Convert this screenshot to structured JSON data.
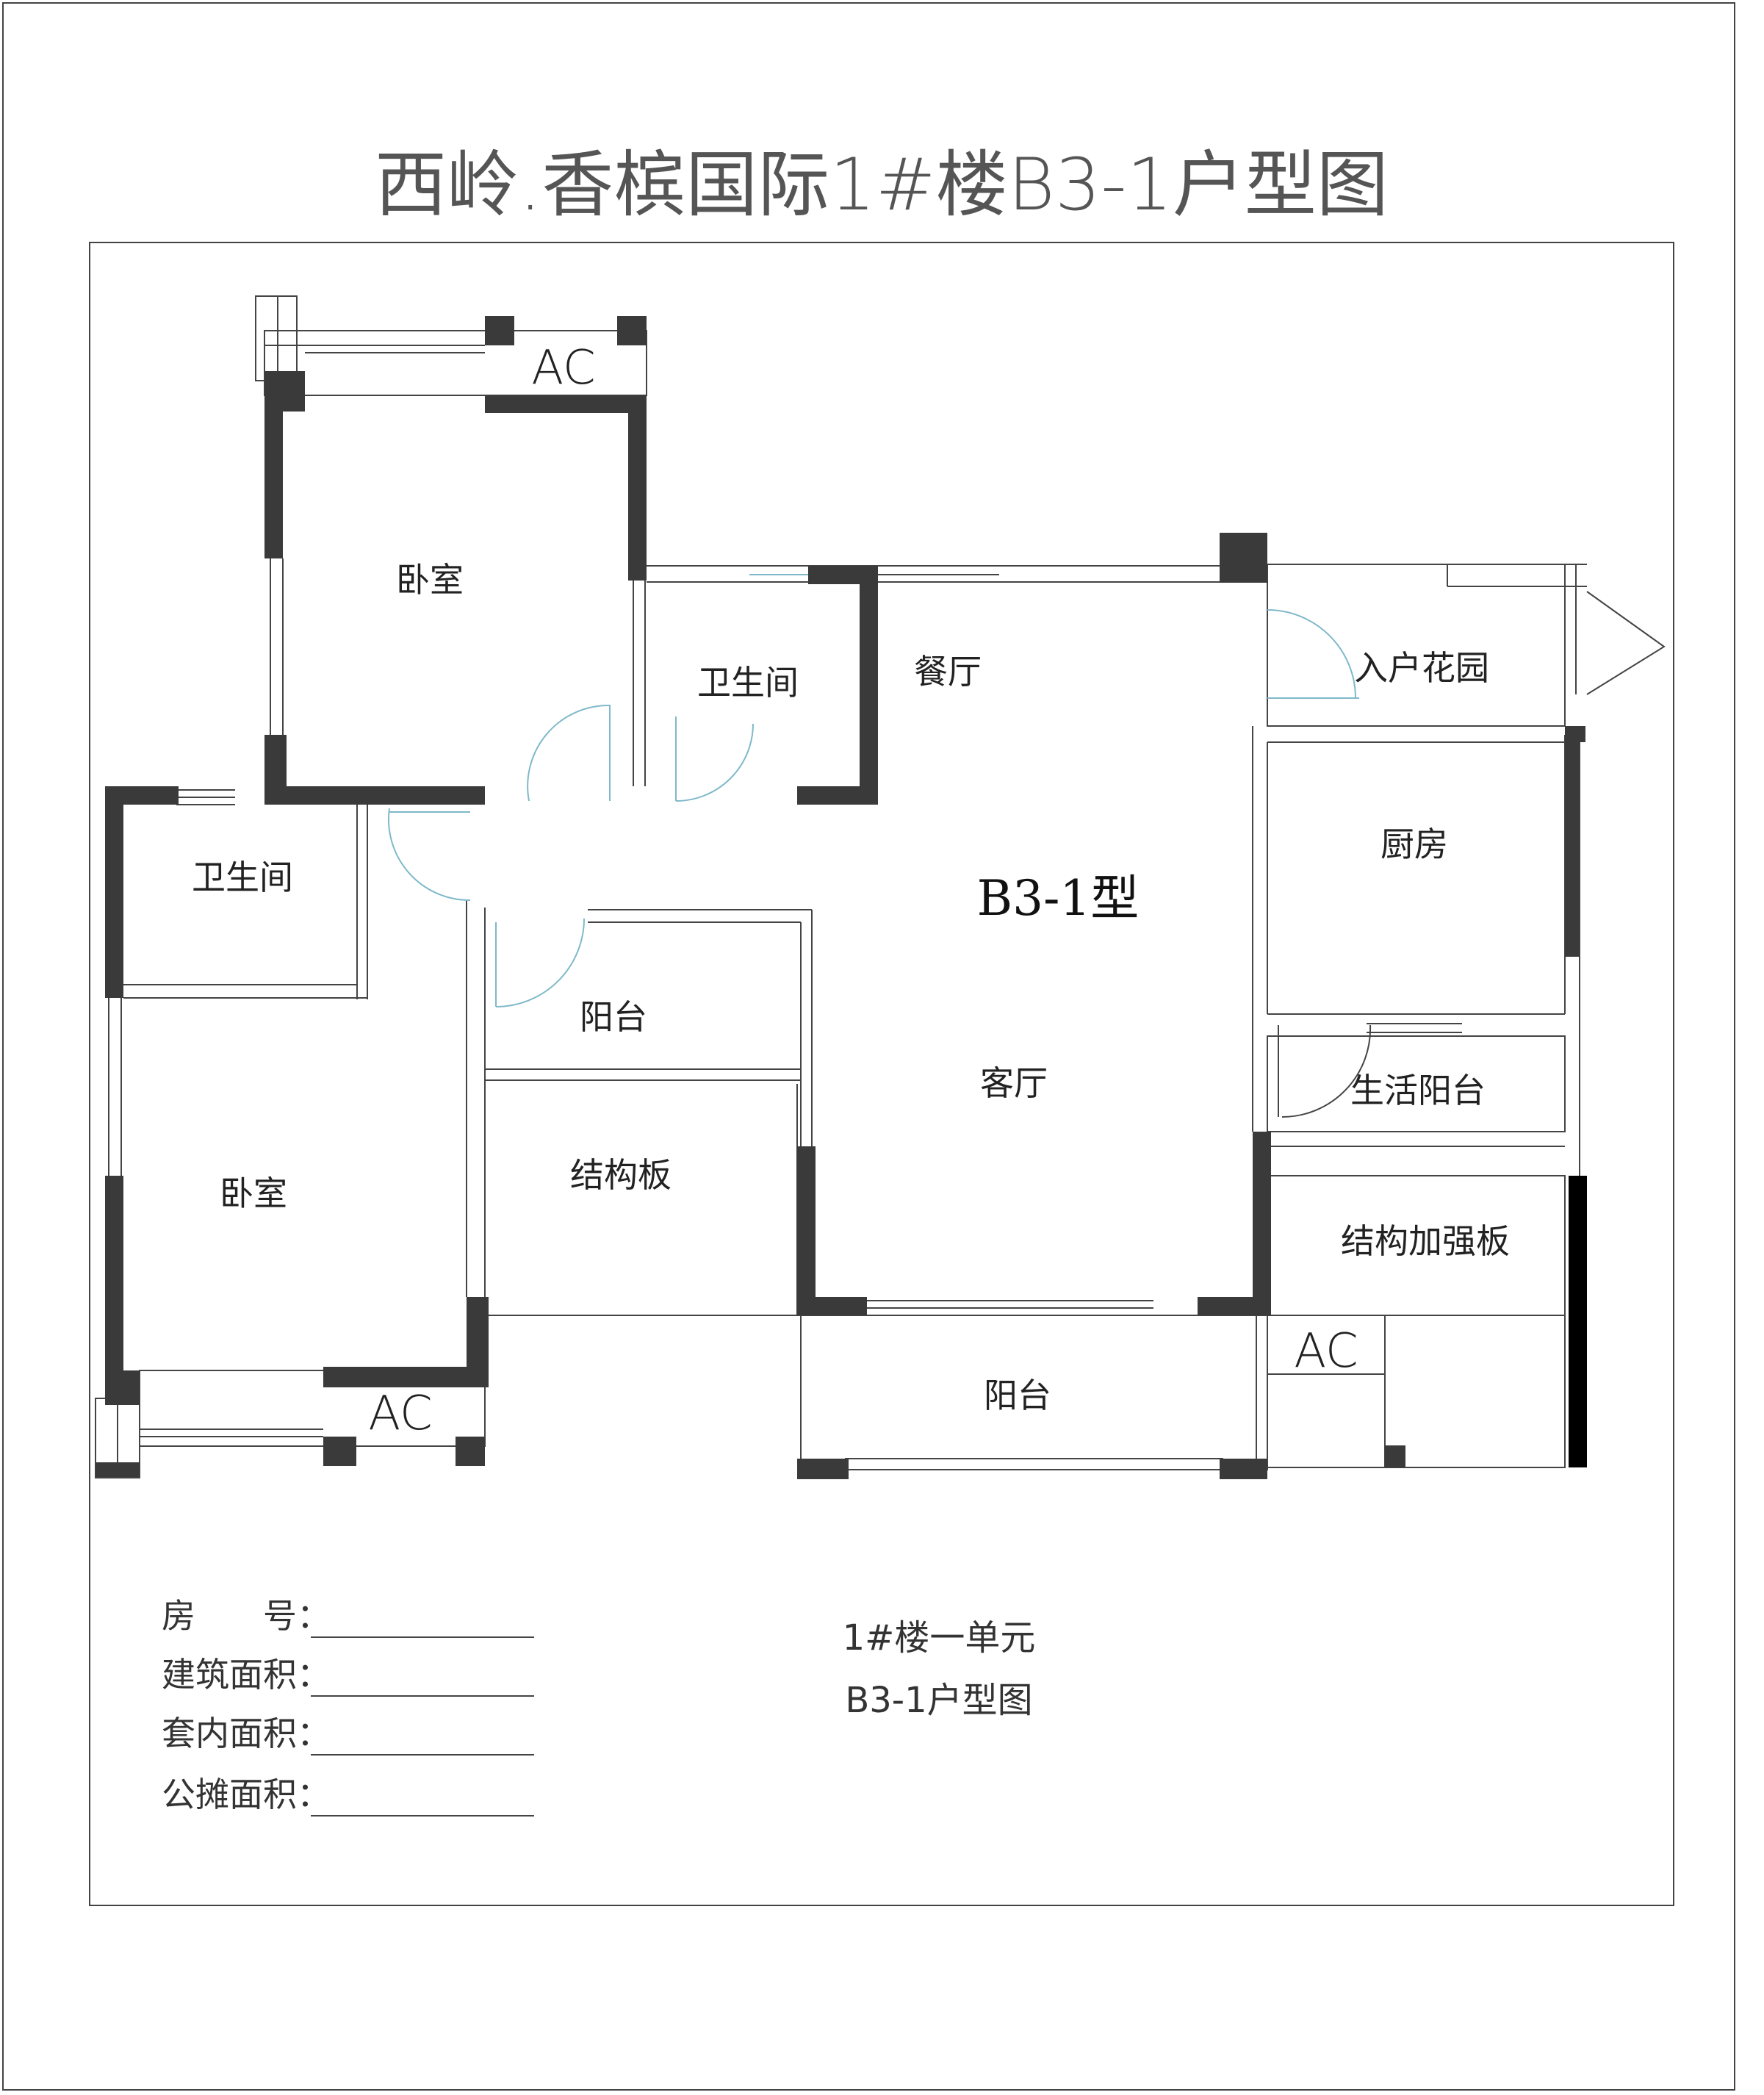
{
  "title": "西岭.香槟国际1#楼B3-1户型图",
  "type_label": "B3-1型",
  "rooms": {
    "bedroom_top": "卧室",
    "bathroom_center": "卫生间",
    "dining": "餐厅",
    "entry_garden": "入户花园",
    "kitchen": "厨房",
    "bathroom_left": "卫生间",
    "balcony_inner": "阳台",
    "living": "客厅",
    "utility_balcony": "生活阳台",
    "bedroom_bottom": "卧室",
    "structural_slab": "结构板",
    "reinforced_slab": "结构加强板",
    "balcony_bottom": "阳台"
  },
  "ac_units": {
    "top": "AC",
    "right": "AC",
    "bottom": "AC"
  },
  "info_fields": [
    {
      "label": "房　　号："
    },
    {
      "label": "建筑面积："
    },
    {
      "label": "套内面积："
    },
    {
      "label": "公摊面积："
    }
  ],
  "caption": {
    "line1": "1#楼一单元",
    "line2": "B3-1户型图"
  }
}
